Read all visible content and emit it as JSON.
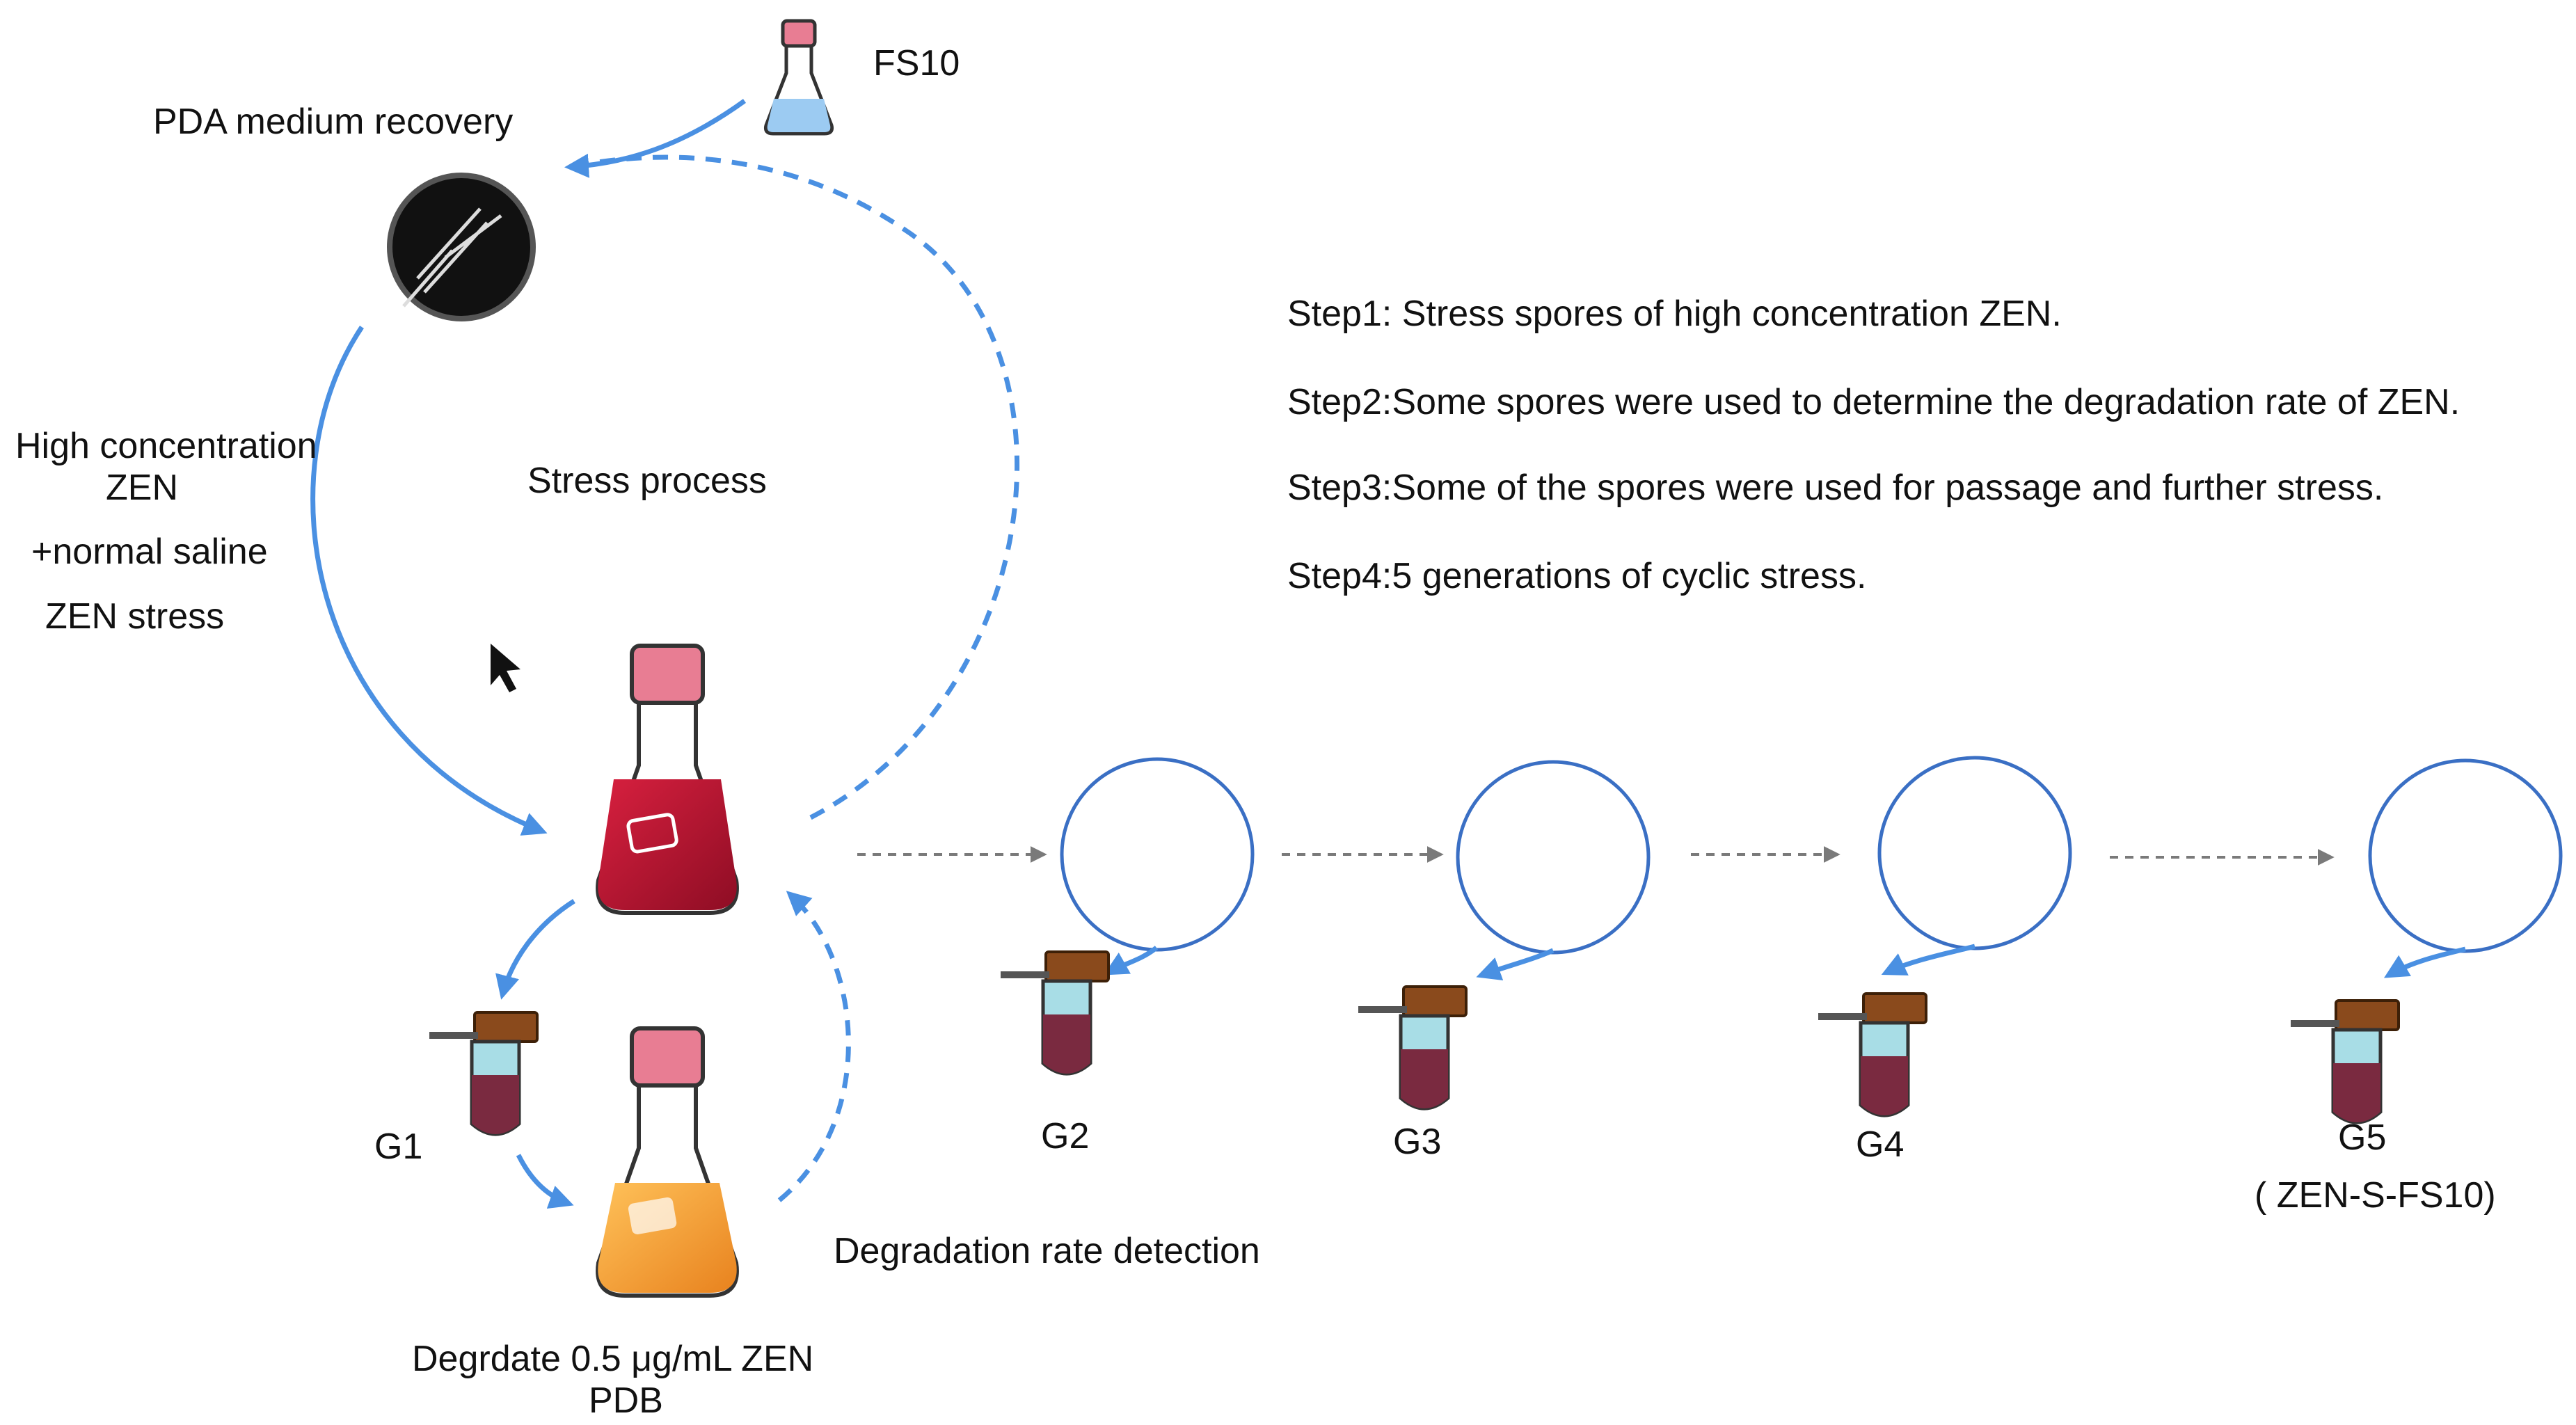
{
  "flask_label": "FS10",
  "recovery_label": "PDA medium recovery",
  "stress_conditions": {
    "line1": "High concentration",
    "line2": "ZEN",
    "line3": "+normal saline",
    "line4": "ZEN stress"
  },
  "stress_process_label": "Stress  process",
  "degradation_label": "Degradation  rate  detection",
  "degrade_medium": {
    "line1": "Degrdate 0.5 μg/mL ZEN",
    "line2": "PDB"
  },
  "steps": [
    "Step1: Stress spores of high concentration ZEN.",
    "Step2:Some spores were used to determine the degradation rate of ZEN.",
    "Step3:Some of the spores were used for passage and further stress.",
    "Step4:5 generations of cyclic stress."
  ],
  "generations": [
    "G1",
    "G2",
    "G3",
    "G4",
    "G5"
  ],
  "final_strain_label": "( ZEN-S-FS10)",
  "colors": {
    "arrow_blue": "#4a90e2",
    "flask_red": "#b0122e",
    "flask_orange": "#f6a23a",
    "cap_pink": "#e87d93",
    "tube_cap": "#8a4a1c",
    "tube_liquid": "#7a2a40"
  }
}
